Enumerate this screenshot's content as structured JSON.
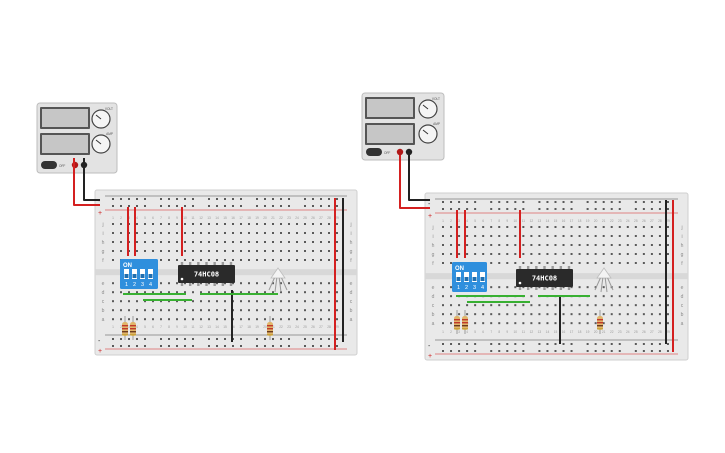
{
  "colors": {
    "wire_red": "#d42020",
    "wire_black": "#222222",
    "wire_green": "#38b032",
    "breadboard": "#e9e9e9",
    "dip_switch": "#2f8fdd",
    "chip": "#2a2a2a",
    "power_supply": "#e3e3e3",
    "display": "#c6c6c6"
  },
  "circuits": [
    {
      "power_supply": {
        "btn_label": "OFF",
        "label_v": "VOLT",
        "label_a": "AMP"
      },
      "dip_switch": {
        "on_label": "ON",
        "numbers": [
          "1",
          "2",
          "3",
          "4"
        ]
      },
      "chip": {
        "label": "74HC08"
      }
    },
    {
      "power_supply": {
        "btn_label": "OFF",
        "label_v": "VOLT",
        "label_a": "AMP"
      },
      "dip_switch": {
        "on_label": "ON",
        "numbers": [
          "1",
          "2",
          "3",
          "4"
        ]
      },
      "chip": {
        "label": "74HC08"
      }
    }
  ],
  "breadboard": {
    "rows_top": [
      "j",
      "i",
      "h",
      "g",
      "f"
    ],
    "rows_bottom": [
      "e",
      "d",
      "c",
      "b",
      "a"
    ],
    "rail_plus": "+",
    "rail_minus": "-"
  }
}
